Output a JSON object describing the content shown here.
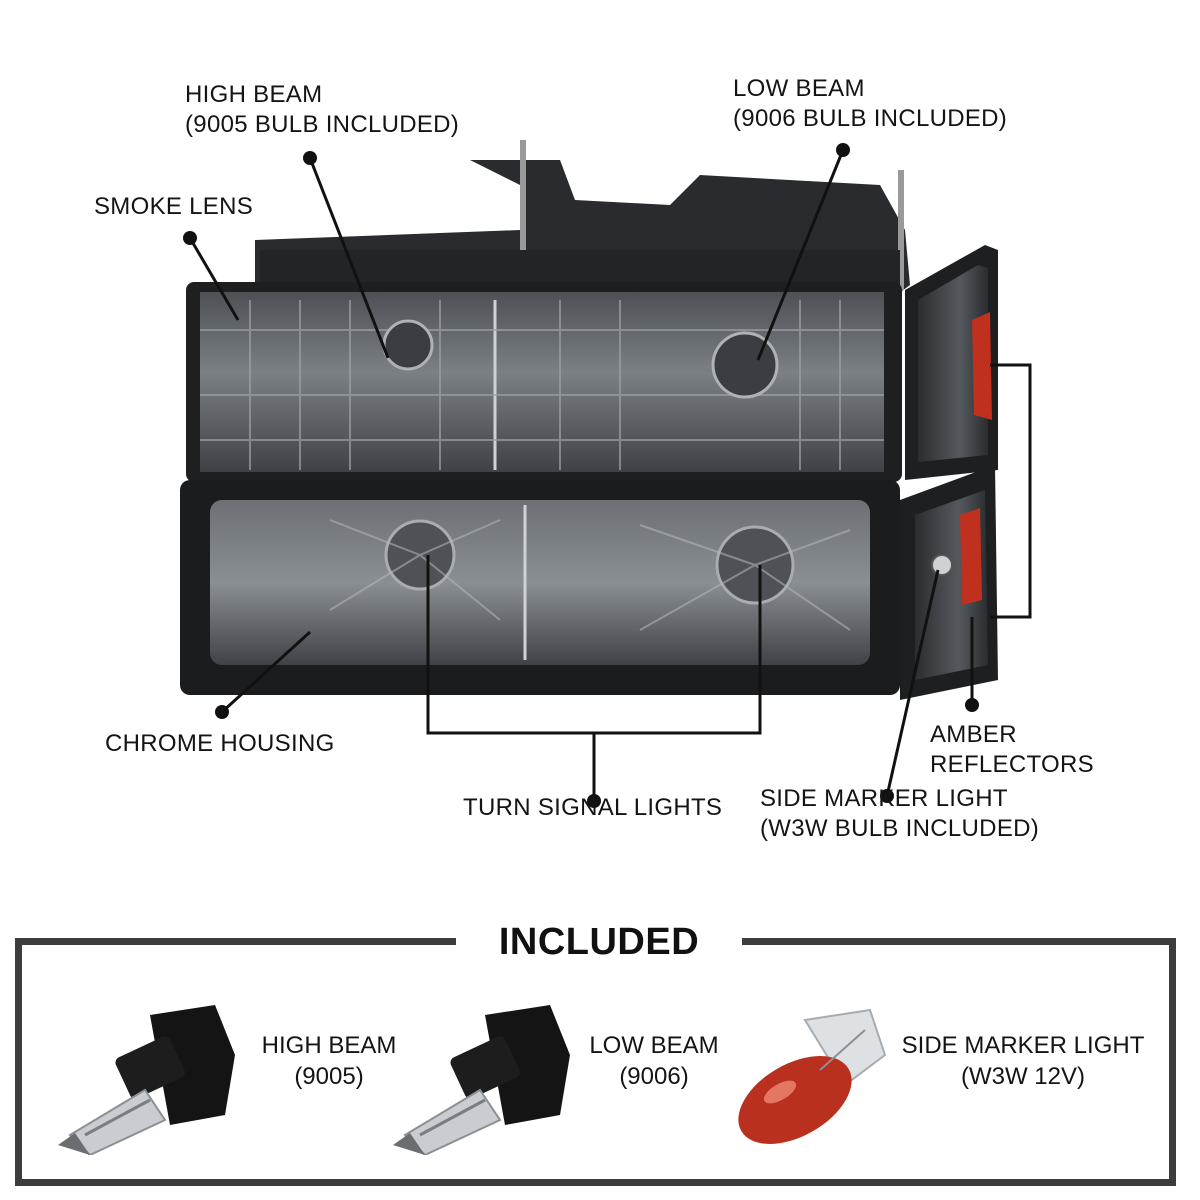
{
  "callouts": {
    "high_beam": {
      "line1": "HIGH BEAM",
      "line2": "(9005 BULB INCLUDED)"
    },
    "low_beam": {
      "line1": "LOW BEAM",
      "line2": "(9006 BULB INCLUDED)"
    },
    "smoke_lens": {
      "line1": "SMOKE LENS"
    },
    "chrome_housing": {
      "line1": "CHROME HOUSING"
    },
    "turn_signal": {
      "line1": "TURN SIGNAL LIGHTS"
    },
    "amber_reflectors": {
      "line1": "AMBER",
      "line2": "REFLECTORS"
    },
    "side_marker": {
      "line1": "SIDE MARKER LIGHT",
      "line2": "(W3W BULB INCLUDED)"
    }
  },
  "included": {
    "title": "INCLUDED",
    "items": [
      {
        "line1": "HIGH BEAM",
        "line2": "(9005)",
        "icon": "halogen-bulb-9005-icon"
      },
      {
        "line1": "LOW BEAM",
        "line2": "(9006)",
        "icon": "halogen-bulb-9006-icon"
      },
      {
        "line1": "SIDE MARKER LIGHT",
        "line2": "(W3W 12V)",
        "icon": "wedge-bulb-w3w-icon"
      }
    ]
  },
  "colors": {
    "smoke_lens": "#5a5e63",
    "housing": "#1e1f21",
    "amber": "#c0301e",
    "frame": "#3c3c3c"
  }
}
